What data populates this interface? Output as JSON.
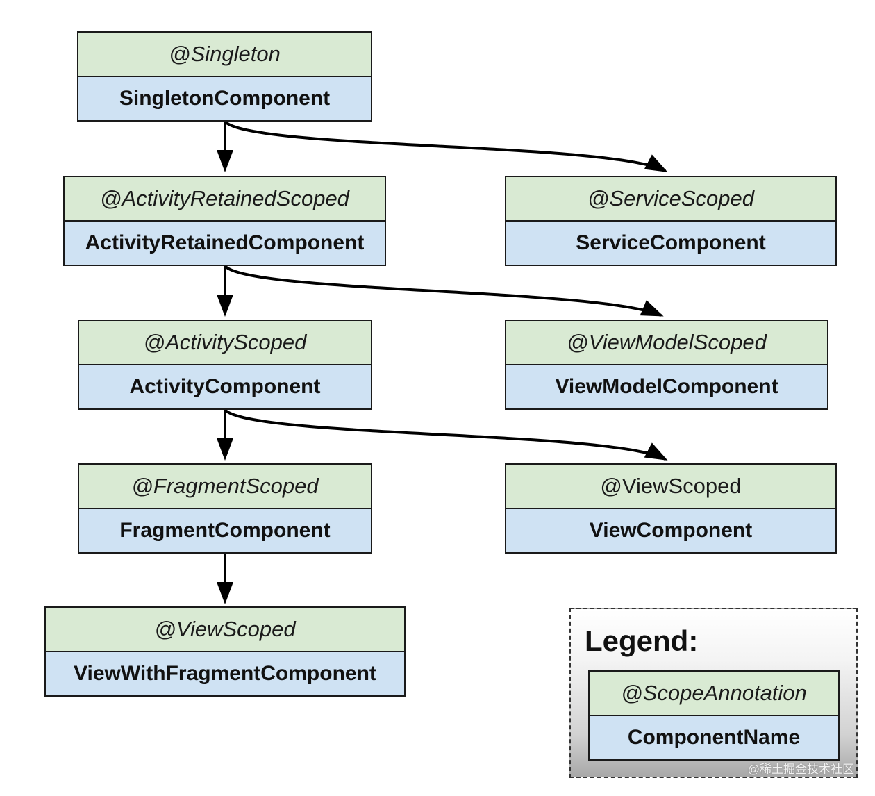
{
  "nodes": {
    "singleton": {
      "scope": "@Singleton",
      "component": "SingletonComponent"
    },
    "activity_retained": {
      "scope": "@ActivityRetainedScoped",
      "component": "ActivityRetainedComponent"
    },
    "service": {
      "scope": "@ServiceScoped",
      "component": "ServiceComponent"
    },
    "activity": {
      "scope": "@ActivityScoped",
      "component": "ActivityComponent"
    },
    "view_model": {
      "scope": "@ViewModelScoped",
      "component": "ViewModelComponent"
    },
    "fragment": {
      "scope": "@FragmentScoped",
      "component": "FragmentComponent"
    },
    "view": {
      "scope": "@ViewScoped",
      "component": "ViewComponent"
    },
    "view_with_fragment": {
      "scope": "@ViewScoped",
      "component": "ViewWithFragmentComponent"
    }
  },
  "legend": {
    "title": "Legend:",
    "scope": "@ScopeAnnotation",
    "component": "ComponentName"
  },
  "edges": [
    {
      "from": "SingletonComponent",
      "to": "ActivityRetainedComponent"
    },
    {
      "from": "SingletonComponent",
      "to": "ServiceComponent"
    },
    {
      "from": "ActivityRetainedComponent",
      "to": "ActivityComponent"
    },
    {
      "from": "ActivityRetainedComponent",
      "to": "ViewModelComponent"
    },
    {
      "from": "ActivityComponent",
      "to": "FragmentComponent"
    },
    {
      "from": "ActivityComponent",
      "to": "ViewComponent"
    },
    {
      "from": "FragmentComponent",
      "to": "ViewWithFragmentComponent"
    }
  ],
  "watermark": "@稀土掘金技术社区",
  "colors": {
    "scope_fill": "#d9ead3",
    "component_fill": "#cfe2f3",
    "stroke": "#1a1a1a"
  }
}
